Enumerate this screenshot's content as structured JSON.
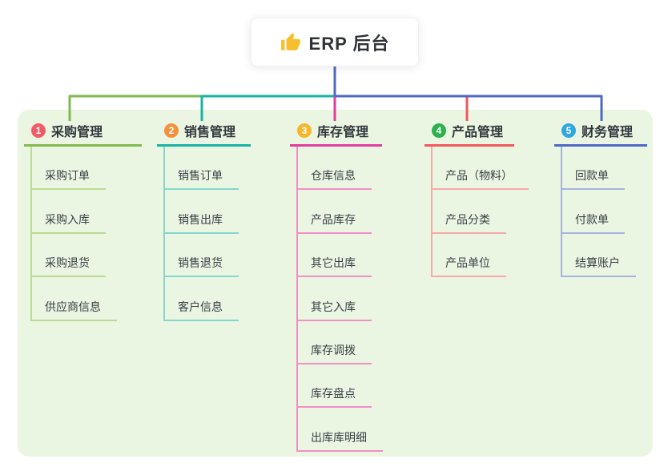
{
  "root": {
    "title": "ERP 后台",
    "icon": "thumbs-up-icon",
    "icon_color": "#f6c02d"
  },
  "panel_color": "#eaf6e2",
  "branches": [
    {
      "num": "1",
      "label": "采购管理",
      "badge_color": "#f25c68",
      "line_color": "#80ba50",
      "child_line_color": "#b7dc92",
      "children": [
        "采购订单",
        "采购入库",
        "采购退货",
        "供应商信息"
      ]
    },
    {
      "num": "2",
      "label": "销售管理",
      "badge_color": "#f5913e",
      "line_color": "#17b3a6",
      "child_line_color": "#85d6cc",
      "children": [
        "销售订单",
        "销售出库",
        "销售退货",
        "客户信息"
      ]
    },
    {
      "num": "3",
      "label": "库存管理",
      "badge_color": "#f8b62d",
      "line_color": "#e23c9f",
      "child_line_color": "#f18fc7",
      "children": [
        "仓库信息",
        "产品库存",
        "其它出库",
        "其它入库",
        "库存调拨",
        "库存盘点",
        "出库库明细"
      ]
    },
    {
      "num": "4",
      "label": "产品管理",
      "badge_color": "#2cb14e",
      "line_color": "#f2565e",
      "child_line_color": "#f7a8ab",
      "children": [
        "产品（物料）",
        "产品分类",
        "产品单位"
      ]
    },
    {
      "num": "5",
      "label": "财务管理",
      "badge_color": "#2fa7e0",
      "line_color": "#4d68c5",
      "child_line_color": "#a3b6de",
      "children": [
        "回款单",
        "付款单",
        "结算账户"
      ]
    }
  ]
}
